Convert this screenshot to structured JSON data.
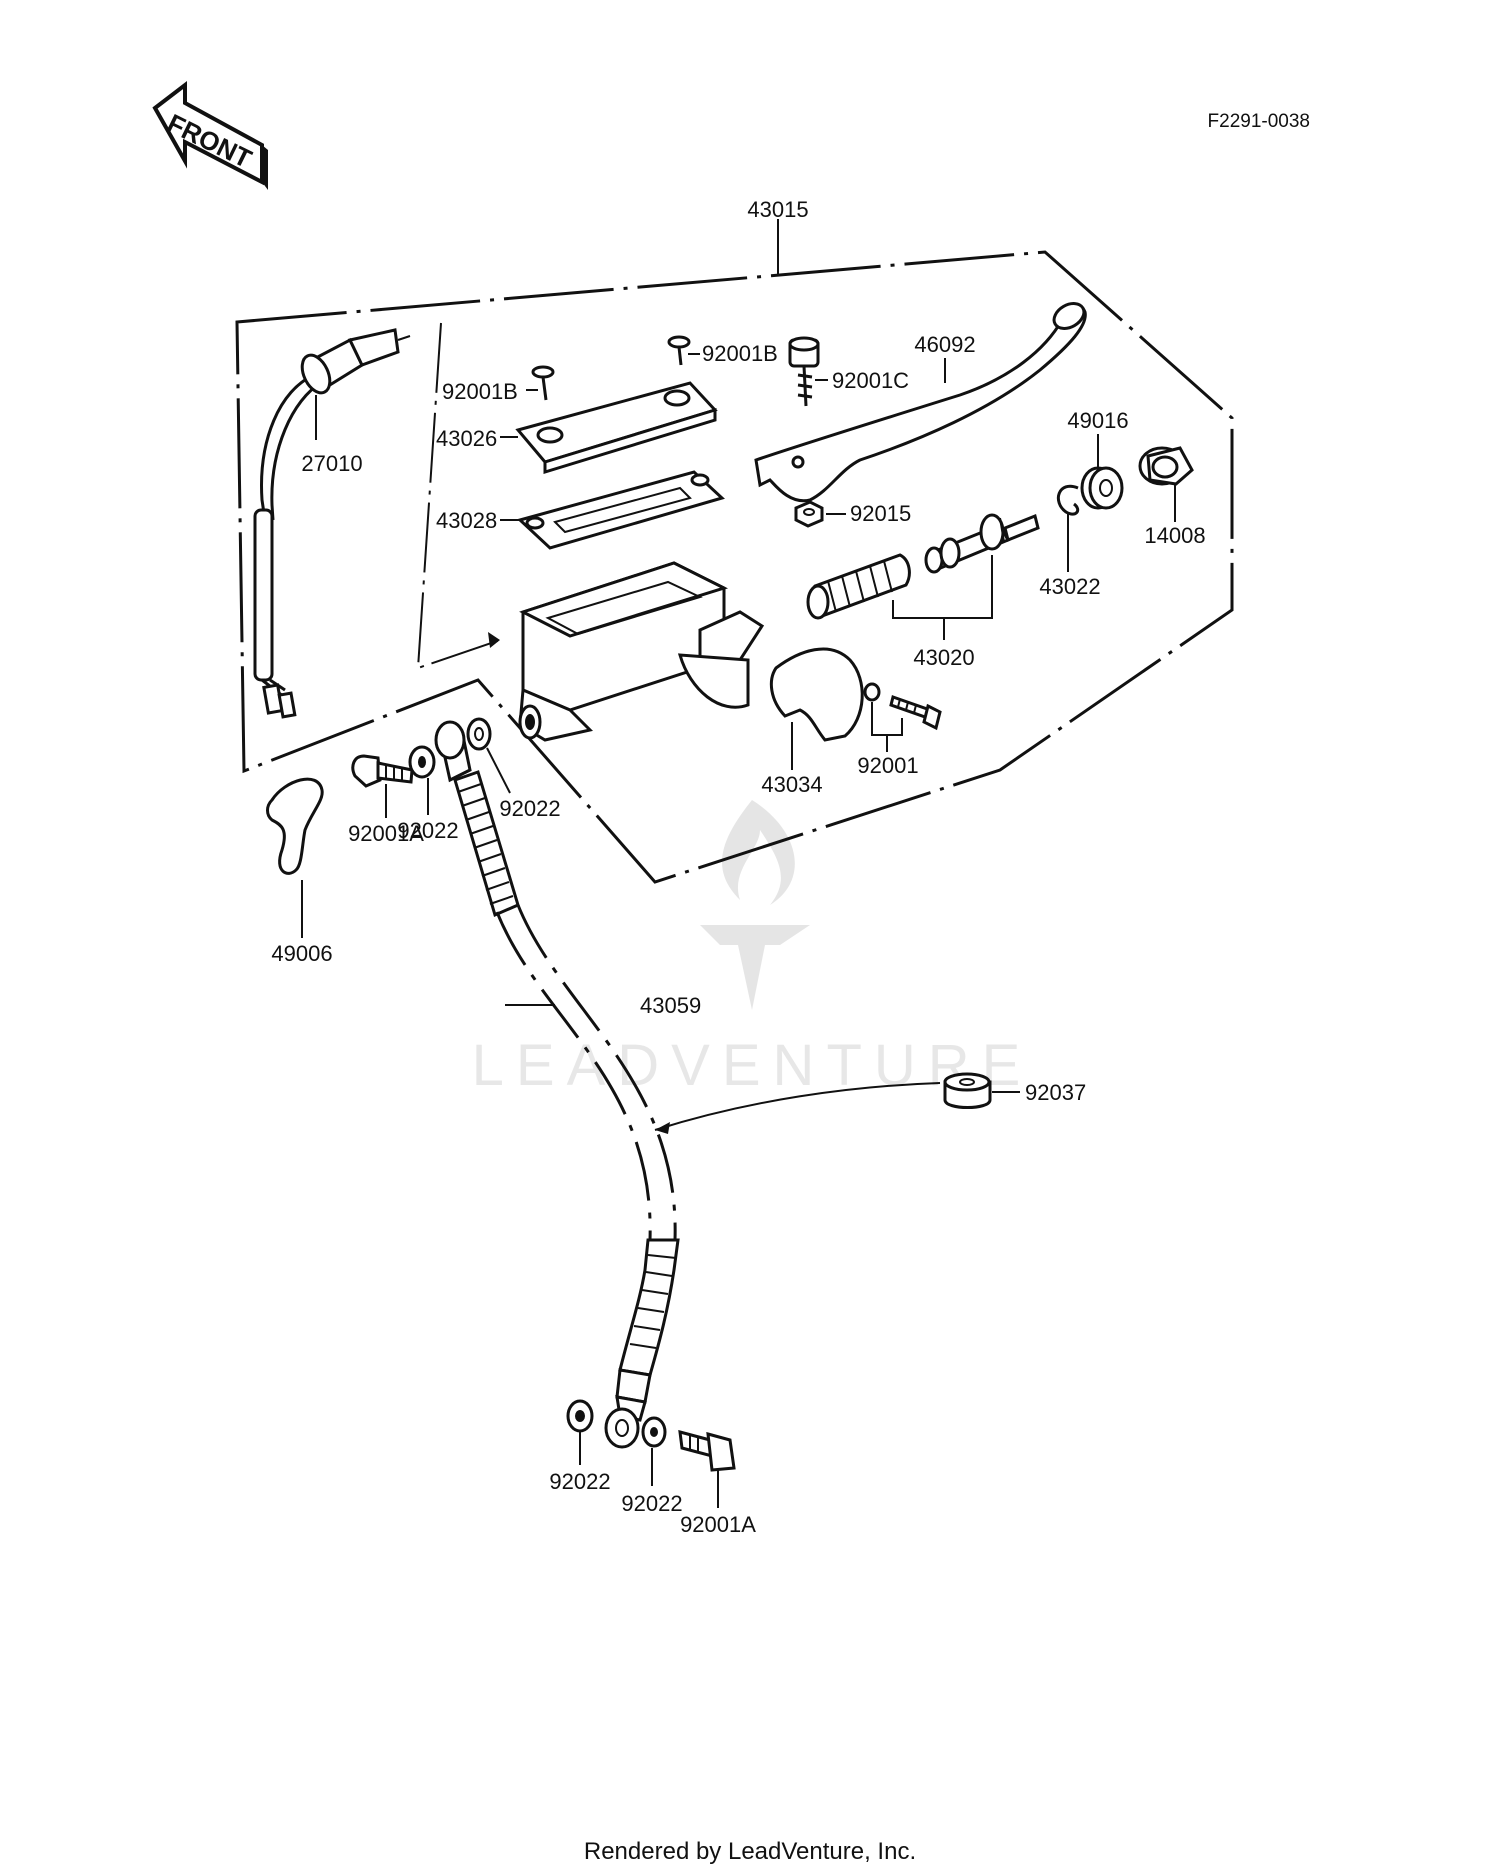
{
  "diagram": {
    "reference_code": "F2291-0038",
    "front_arrow": "FRONT",
    "watermark": "LEADVENTURE",
    "labels": {
      "assembly": "43015",
      "switch": "27010",
      "screw_b_left": "92001B",
      "screw_b_right": "92001B",
      "bolt_c": "92001C",
      "lever": "46092",
      "cap": "43026",
      "diaphragm": "43028",
      "washer_49016": "49016",
      "nut": "92015",
      "clip": "43022",
      "dust_cover": "14008",
      "piston": "43020",
      "clamp": "43034",
      "bolt_92001": "92001",
      "washer_top_a": "92022",
      "washer_top_b": "92022",
      "banjo_top": "92001A",
      "boot": "49006",
      "hose": "43059",
      "grommet": "92037",
      "washer_bottom_a": "92022",
      "washer_bottom_b": "92022",
      "banjo_bottom": "92001A"
    }
  },
  "footer": {
    "text": "Rendered by LeadVenture, Inc."
  }
}
